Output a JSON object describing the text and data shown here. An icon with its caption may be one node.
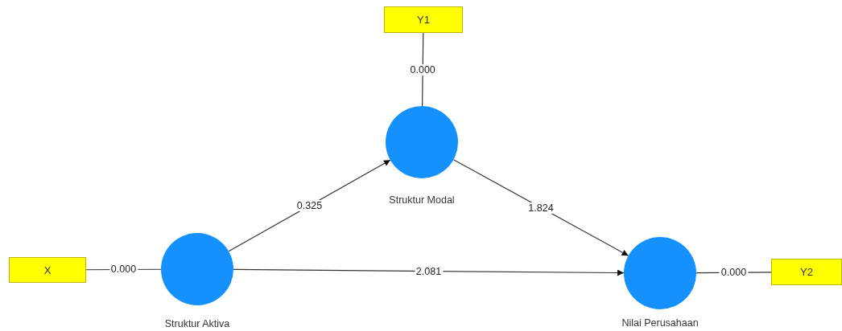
{
  "diagram": {
    "nodes": [
      {
        "text": [
          "Y1"
        ]
      },
      {
        "text": [
          "Struktur Modal"
        ]
      },
      {
        "text": [
          "X"
        ]
      },
      {
        "text": [
          "Struktur Aktiva"
        ]
      },
      {
        "text": [
          "Nilai Perusahaan"
        ]
      },
      {
        "text": [
          "Y2"
        ]
      }
    ],
    "edges": [
      {
        "from": 0,
        "to": 1,
        "arrow": "none",
        "label": "0.000"
      },
      {
        "from": 2,
        "to": 3,
        "arrow": "none",
        "label": "0.000"
      },
      {
        "from": 3,
        "to": 1,
        "arrow": "to",
        "label": "0.325"
      },
      {
        "from": 1,
        "to": 4,
        "arrow": "to",
        "label": "1.824"
      },
      {
        "from": 3,
        "to": 4,
        "arrow": "to",
        "label": "2.081"
      },
      {
        "from": 4,
        "to": 5,
        "arrow": "none",
        "label": "0.000"
      }
    ]
  }
}
